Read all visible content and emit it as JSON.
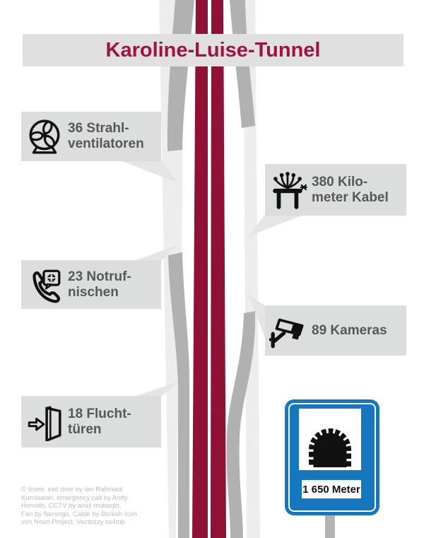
{
  "title": "Karoline-Luise-Tunnel",
  "items": [
    {
      "name": "jet-fans",
      "icon": "fan-icon",
      "lines": [
        "36 Strahl-",
        "ventilatoren"
      ]
    },
    {
      "name": "cable",
      "icon": "cable-icon",
      "lines": [
        "380 Kilo-",
        "meter Kabel"
      ]
    },
    {
      "name": "emergency-bays",
      "icon": "emergency-call-icon",
      "lines": [
        "23 Notruf-",
        "nischen"
      ]
    },
    {
      "name": "cameras",
      "icon": "cctv-icon",
      "lines": [
        "89 Kameras"
      ]
    },
    {
      "name": "escape-doors",
      "icon": "exit-door-icon",
      "lines": [
        "18 Flucht-",
        "türen"
      ]
    }
  ],
  "sign": {
    "distance": "1 650 Meter"
  },
  "credits": {
    "lines": [
      "© Icons: exit door by Ian Rahmadi",
      "Kurniawan, emergency call by Andy",
      "Horvath, CCTV by ainul muttaqin,",
      "Fan by flamingo, Cable by Berkah Icon",
      "von Noun Project. Vectezzy ss4mp"
    ]
  },
  "colors": {
    "title_red": "#a21240",
    "stripe_red": "#8f1136",
    "sign_blue": "#1577bd",
    "box_gray": "#dcdddd",
    "banner_gray": "#e0e0e1",
    "corridor_gray": "#ededee",
    "ramp_gray": "#b1b1b1",
    "text_gray": "#58585a"
  }
}
